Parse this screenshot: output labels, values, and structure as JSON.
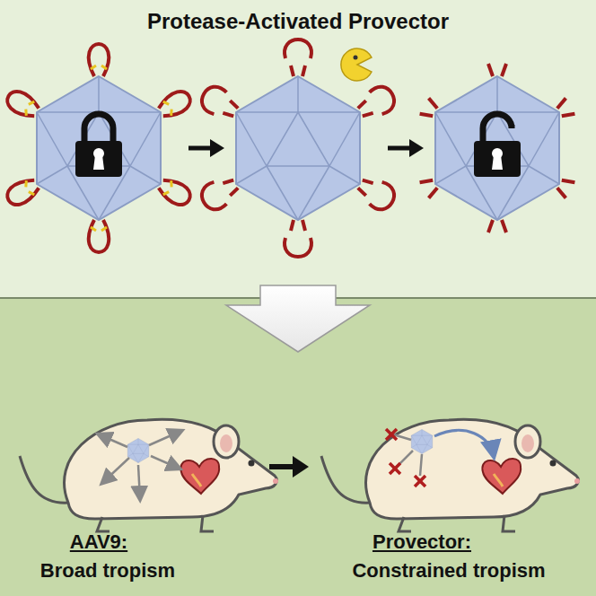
{
  "diagram": {
    "title": "Protease-Activated Provector",
    "labels": [
      "AAV9:",
      "Broad tropism",
      "Provector:",
      "Constrained tropism"
    ]
  }
}
